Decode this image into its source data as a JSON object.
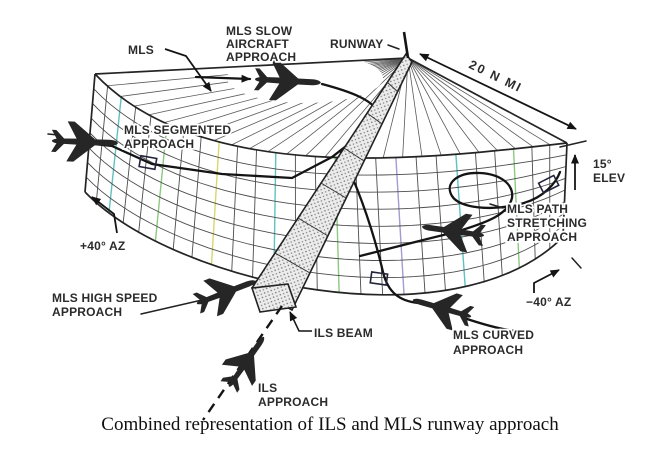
{
  "figure": {
    "caption": "Combined representation of ILS and MLS runway approach"
  },
  "labels": {
    "mls": "MLS",
    "slow": {
      "line1": "MLS SLOW",
      "line2": "AIRCRAFT",
      "line3": "APPROACH"
    },
    "runway": "RUNWAY",
    "range": "20 N MI",
    "elev": {
      "line1": "15°",
      "line2": "ELEV"
    },
    "segmented": {
      "line1": "MLS SEGMENTED",
      "line2": "APPROACH"
    },
    "stretching": {
      "line1": "MLS PATH",
      "line2": "STRETCHING",
      "line3": "APPROACH"
    },
    "az_plus": "+40° AZ",
    "az_minus": "−40° AZ",
    "high_speed": {
      "line1": "MLS HIGH SPEED",
      "line2": "APPROACH"
    },
    "ils_beam": "ILS BEAM",
    "curved": {
      "line1": "MLS CURVED",
      "line2": "APPROACH"
    },
    "ils_approach": {
      "line1": "ILS",
      "line2": "APPROACH"
    }
  },
  "icons": {
    "aircraft": "jet-silhouette",
    "arrowhead": "filled-triangle",
    "waypoint": "open-rectangle-window"
  },
  "colors": {
    "ink": "#1c1c1c",
    "grid_line": "#4c4c4c",
    "fan_line": "#5a5a5a",
    "accent_teal": "#5fc2c0",
    "accent_green": "#8cc980",
    "accent_yellow": "#d8d66e",
    "accent_purple": "#a79ad0",
    "beam_fill": "#ececec",
    "background": "#ffffff"
  }
}
